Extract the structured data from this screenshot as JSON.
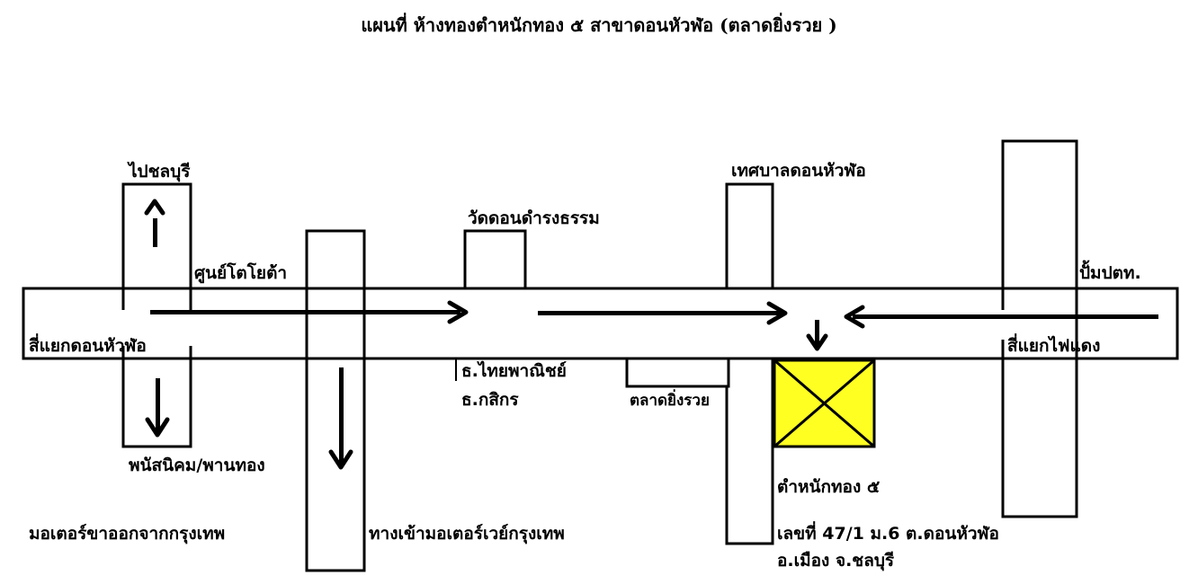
{
  "title": "แผนที่ ห้างทองตำหนักทอง ๕ สาขาดอนหัวฬ่อ (ตลาดยิ่งรวย )",
  "labels": {
    "to_chonburi": "ไปชลบุรี",
    "toyota_center": "ศูนย์โตโยต้า",
    "wat": "วัดดอนดำรงธรรม",
    "municipality": "เทศบาลดอนหัวฬ่อ",
    "ptt_station": "ปั้มปตท.",
    "intersection_left": "สี่แยกดอนหัวฬ่อ",
    "intersection_right": "สี่แยกไฟแดง",
    "bank_thai_commercial": "ธ.ไทยพาณิชย์",
    "bank_kasikorn": "ธ.กสิกร",
    "market": "ตลาดยิ่งรวย",
    "to_phanat": "พนัสนิคม/พานทอง",
    "motorway_exit": "มอเตอร์ขาออกจากกรุงเทพ",
    "motorway_entrance": "ทางเข้ามอเตอร์เวย์กรุงเทพ",
    "shop_name": "ตำหนักทอง ๕",
    "address_line1": "เลขที่ 47/1 ม.6 ต.ดอนหัวฬ่อ",
    "address_line2": "อ.เมือง จ.ชลบุรี"
  },
  "colors": {
    "shop_fill": "#ffff22",
    "line": "#000000",
    "background": "#ffffff"
  }
}
